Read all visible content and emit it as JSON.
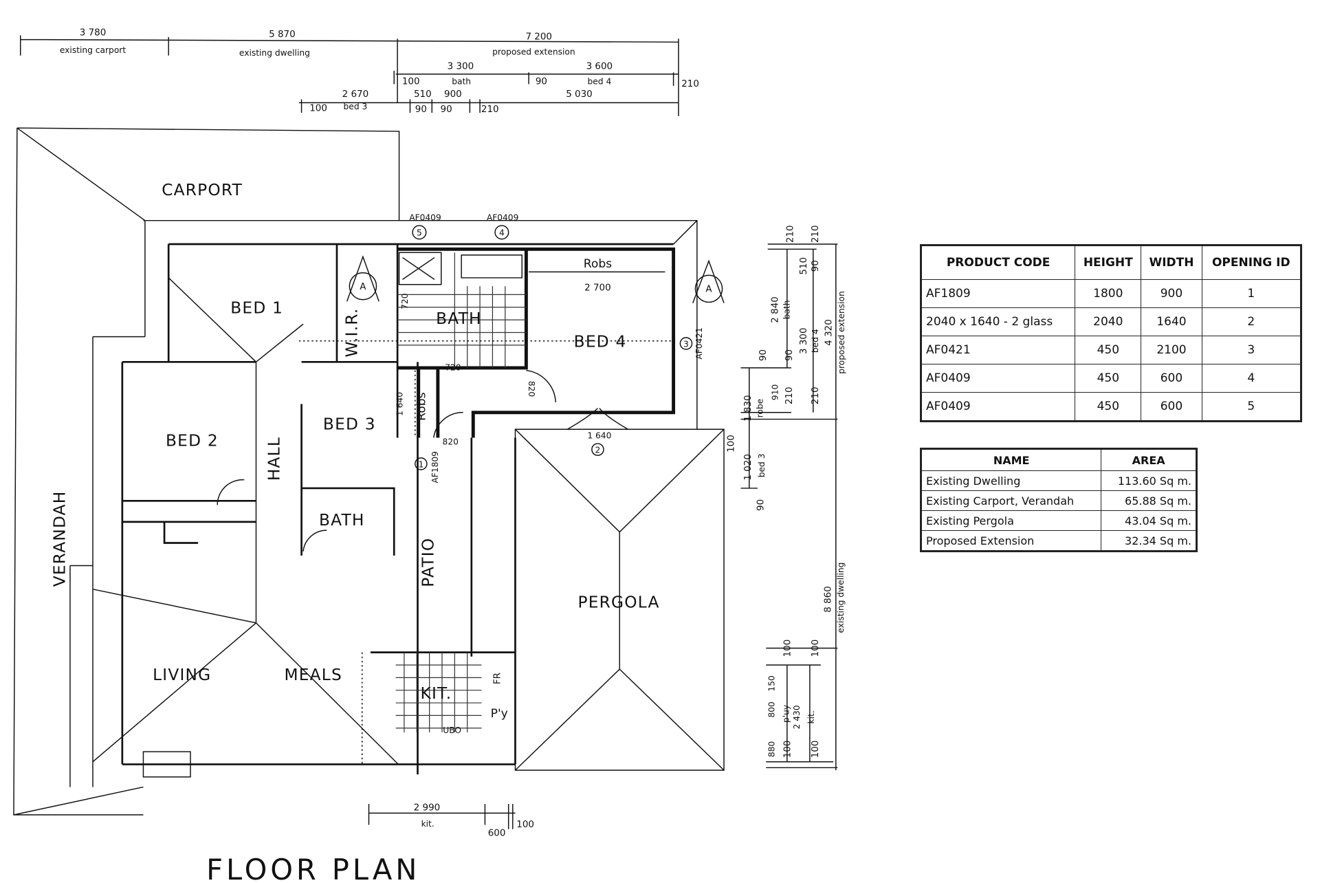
{
  "title": "FLOOR PLAN",
  "top_dims": {
    "d1": "3 780",
    "d1_label": "existing carport",
    "d2": "5 870",
    "d2_label": "existing dwelling",
    "d3": "7 200",
    "d3_label": "proposed extension",
    "r2_a": "3 300",
    "r2_b": "3 600",
    "r2_100": "100",
    "r2_bath": "bath",
    "r2_90": "90",
    "r2_bed4": "bed 4",
    "r2_210": "210",
    "r3_a": "2 670",
    "r3_b": "510",
    "r3_c": "900",
    "r3_d": "5 030",
    "r3_100": "100",
    "r3_bed3": "bed 3",
    "r3_90a": "90",
    "r3_90b": "90",
    "r3_210": "210"
  },
  "rooms": {
    "carport": "CARPORT",
    "bed1": "BED 1",
    "wir": "W.I.R.",
    "bath_ext": "BATH",
    "bed4": "BED 4",
    "robs_bed4": "Robs",
    "robs_bed4_dim": "2 700",
    "bed2": "BED 2",
    "hall": "HALL",
    "bed3": "BED 3",
    "robs_bed3": "Robs",
    "bath": "BATH",
    "verandah": "VERANDAH",
    "patio": "PATIO",
    "pergola": "PERGOLA",
    "living": "LIVING",
    "meals": "MEALS",
    "kit": "KIT.",
    "fr": "FR",
    "pantry": "P'y",
    "ubo": "UBO"
  },
  "openings": {
    "af0409_a": "AF0409",
    "id5": "5",
    "af0409_b": "AF0409",
    "id4": "4",
    "section_a1": "A",
    "section_a2": "A",
    "af0421": "AF0421",
    "id3": "3",
    "af1809": "AF1809",
    "id1": "1",
    "door_1640": "1 640",
    "id2": "2",
    "d720a": "720",
    "d720b": "720",
    "d820a": "820",
    "d820b": "820",
    "d1640_robe": "1 640"
  },
  "right_dims": {
    "t210a": "210",
    "t210b": "210",
    "d510": "510",
    "d90a": "90",
    "d2840": "2 840",
    "bath": "bath",
    "d3300": "3 300",
    "bed4": "bed 4",
    "d4320": "4 320",
    "proposed": "proposed extension",
    "d90b": "90",
    "d90c": "90",
    "d910": "910",
    "b210a": "210",
    "b210b": "210",
    "d1830": "1 830",
    "robe": "robe",
    "d100": "100",
    "d1020": "1 020",
    "bed3": "bed 3",
    "d90d": "90",
    "d8860": "8 860",
    "existing": "existing dwelling",
    "k100a": "100",
    "k100b": "100",
    "d150": "150",
    "d800": "800",
    "d880": "880",
    "puy": "p'uy",
    "d2430": "2 430",
    "kit": "kit.",
    "k100c": "100",
    "k100d": "100"
  },
  "bottom_dims": {
    "d2990": "2 990",
    "kit": "kit.",
    "d600": "600",
    "d100": "100"
  },
  "products_table": {
    "headers": [
      "PRODUCT CODE",
      "HEIGHT",
      "WIDTH",
      "OPENING ID"
    ],
    "rows": [
      [
        "AF1809",
        "1800",
        "900",
        "1"
      ],
      [
        "2040 x 1640 - 2 glass",
        "2040",
        "1640",
        "2"
      ],
      [
        "AF0421",
        "450",
        "2100",
        "3"
      ],
      [
        "AF0409",
        "450",
        "600",
        "4"
      ],
      [
        "AF0409",
        "450",
        "600",
        "5"
      ]
    ]
  },
  "areas_table": {
    "headers": [
      "NAME",
      "AREA"
    ],
    "rows": [
      [
        "Existing Dwelling",
        "113.60 Sq m."
      ],
      [
        "Existing Carport, Verandah",
        "65.88 Sq m."
      ],
      [
        "Existing Pergola",
        "43.04 Sq m."
      ],
      [
        "Proposed Extension",
        "32.34 Sq m."
      ]
    ]
  }
}
